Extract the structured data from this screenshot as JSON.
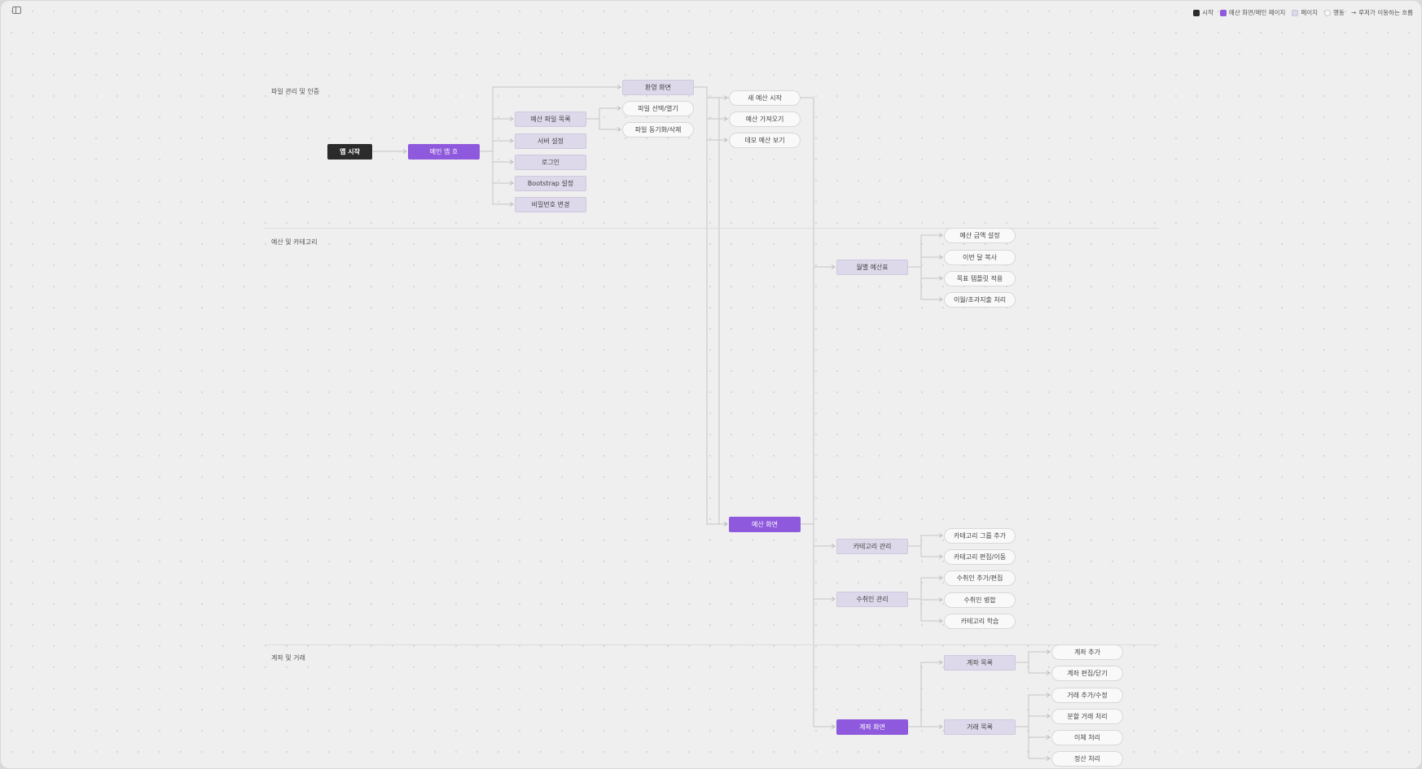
{
  "legend": {
    "start": "시작",
    "main": "예산 화면/메인 페이지",
    "page": "페이지",
    "action": "행동",
    "arrow_glyph": "→",
    "flow": "루저가 이동하는 흐름"
  },
  "sections": [
    {
      "key": "files",
      "title": "파일 관리 및 인증"
    },
    {
      "key": "budget",
      "title": "예산 및 카테고리"
    },
    {
      "key": "accounts",
      "title": "계좌 및 거래"
    }
  ],
  "nodes": [
    {
      "id": "app-start",
      "type": "start",
      "label": "앱 시작"
    },
    {
      "id": "main-app",
      "type": "main",
      "label": "메인 앱 흐"
    },
    {
      "id": "budget-files",
      "type": "page",
      "label": "예산 파일 목록"
    },
    {
      "id": "server-setup",
      "type": "page",
      "label": "서버 설정"
    },
    {
      "id": "login",
      "type": "page",
      "label": "로그인"
    },
    {
      "id": "bootstrap",
      "type": "page",
      "label": "Bootstrap 설정"
    },
    {
      "id": "change-password",
      "type": "page",
      "label": "비밀번호 변경"
    },
    {
      "id": "welcome",
      "type": "page",
      "label": "환영 화면"
    },
    {
      "id": "file-open",
      "type": "action",
      "label": "파일 선택/열기"
    },
    {
      "id": "file-delete",
      "type": "action",
      "label": "파일 동기화/삭제"
    },
    {
      "id": "new-budget",
      "type": "action",
      "label": "새 예산 시작"
    },
    {
      "id": "import-budget",
      "type": "action",
      "label": "예산 가져오기"
    },
    {
      "id": "demo-budget",
      "type": "action",
      "label": "데모 예산 보기"
    },
    {
      "id": "monthly-budget",
      "type": "page",
      "label": "월별 예산표"
    },
    {
      "id": "set-budget",
      "type": "action",
      "label": "예산 금액 설정"
    },
    {
      "id": "copy-last-month",
      "type": "action",
      "label": "이번 달 복사"
    },
    {
      "id": "apply-template",
      "type": "action",
      "label": "목표 템플릿 적용"
    },
    {
      "id": "carryover",
      "type": "action",
      "label": "이월/초과지출 처리"
    },
    {
      "id": "budget-screen",
      "type": "main",
      "label": "예산 화면"
    },
    {
      "id": "category-mgmt",
      "type": "page",
      "label": "카테고리 관리"
    },
    {
      "id": "add-category-group",
      "type": "action",
      "label": "카테고리 그룹 추가"
    },
    {
      "id": "edit-category",
      "type": "action",
      "label": "카테고리 편집/이동"
    },
    {
      "id": "payee-mgmt",
      "type": "page",
      "label": "수취인 관리"
    },
    {
      "id": "payee-edit",
      "type": "action",
      "label": "수취인 추가/편집"
    },
    {
      "id": "payee-merge",
      "type": "action",
      "label": "수취인 병합"
    },
    {
      "id": "category-learn",
      "type": "action",
      "label": "카테고리 학습"
    },
    {
      "id": "account-list",
      "type": "page",
      "label": "계좌 목록"
    },
    {
      "id": "add-account",
      "type": "action",
      "label": "계좌 추가"
    },
    {
      "id": "edit-account",
      "type": "action",
      "label": "계좌 편집/닫기"
    },
    {
      "id": "account-screen",
      "type": "main",
      "label": "계좌 화면"
    },
    {
      "id": "txn-list",
      "type": "page",
      "label": "거래 목록"
    },
    {
      "id": "txn-add",
      "type": "action",
      "label": "거래 추가/수정"
    },
    {
      "id": "split-txn",
      "type": "action",
      "label": "분할 거래 처리"
    },
    {
      "id": "transfer",
      "type": "action",
      "label": "이체 처리"
    },
    {
      "id": "cut-off",
      "type": "action",
      "label": "정산 처리"
    }
  ]
}
